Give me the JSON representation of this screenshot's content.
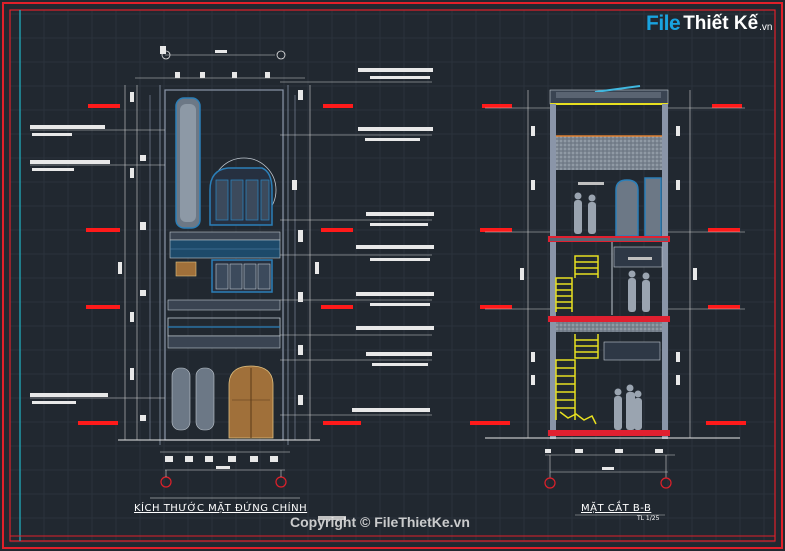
{
  "logo": {
    "part1": "File",
    "part2": "Thiết Kế",
    "part3": ".vn"
  },
  "drawings": {
    "elevation_title": "KÍCH THƯỚC MẶT ĐỨNG CHÍNH",
    "section_title": "MẶT CẮT B-B",
    "section_scale": "TL 1/25"
  },
  "watermark": {
    "copyright": "Copyright © FileThietKe.vn"
  },
  "colors": {
    "background": "#212830",
    "border_red": "#e0202a",
    "border_cyan": "#1fb8c8",
    "level_marker": "#ff1a1a",
    "wall": "#8a95a8",
    "stair": "#e8e020",
    "window_blue": "#2b7fb8",
    "door_wood": "#a0703a"
  }
}
